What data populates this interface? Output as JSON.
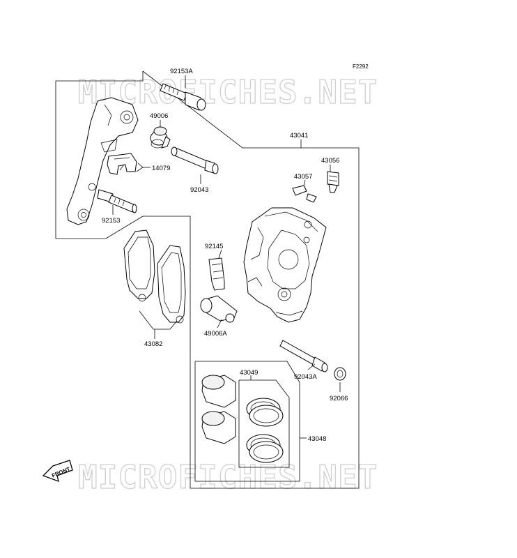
{
  "figure_code": "F2292",
  "watermark": "MICROFICHES.NET",
  "front_label": "FRONT",
  "part_labels": {
    "p92153A": "92153A",
    "p49006": "49006",
    "p14079": "14079",
    "p92043": "92043",
    "p92153": "92153",
    "p43041": "43041",
    "p43056": "43056",
    "p43057": "43057",
    "p92145": "92145",
    "p49006A": "49006A",
    "p43082": "43082",
    "p92043A": "92043A",
    "p92066": "92066",
    "p43049": "43049",
    "p43048": "43048"
  }
}
